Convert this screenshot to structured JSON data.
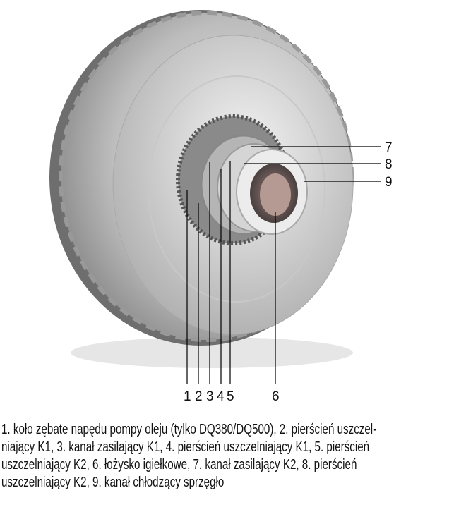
{
  "figure": {
    "callouts": [
      "1",
      "2",
      "3",
      "4",
      "5",
      "6",
      "7",
      "8",
      "9"
    ]
  },
  "caption": {
    "lines": [
      "1. koło zębate napędu pompy oleju (tylko DQ380/DQ500), 2. pierścień uszczel-",
      "niający K1, 3. kanał zasilający K1, 4. pierścień uszczelniający K1, 5. pierścień",
      "uszczelniający K2, 6. łożysko igiełkowe, 7. kanał zasilający K2, 8. pierścień",
      "uszczelniający K2, 9. kanał chłodzący sprzęgło"
    ]
  }
}
